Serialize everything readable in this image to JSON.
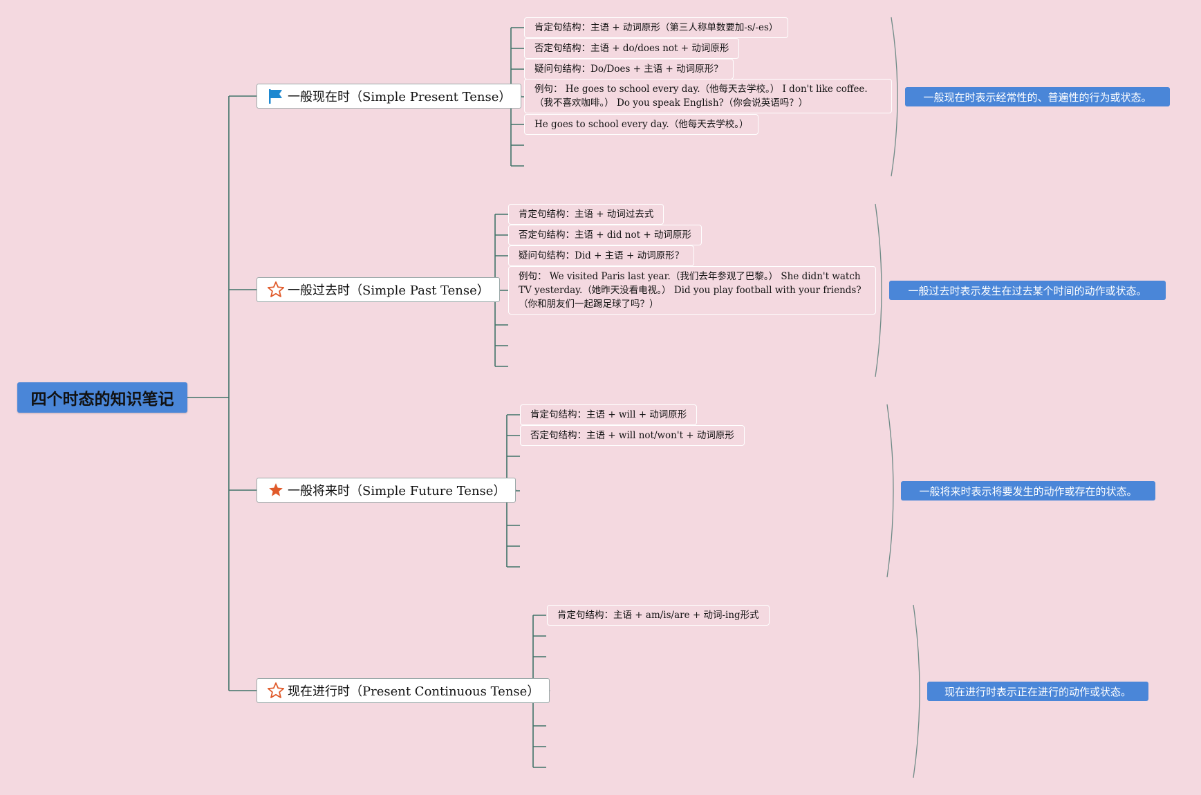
{
  "root": {
    "title": "四个时态的知识笔记"
  },
  "branches": [
    {
      "label": "一般现在时（Simple Present Tense）",
      "icon": "blue-flag-icon",
      "items": [
        "肯定句结构：主语 + 动词原形（第三人称单数要加-s/-es）",
        "否定句结构：主语 + do/does not + 动词原形",
        "疑问句结构：Do/Does + 主语 + 动词原形？",
        "例句： He goes to school every day.（他每天去学校。） I don't like coffee.（我不喜欢咖啡。） Do you speak English?（你会说英语吗？）",
        "He goes to school every day.（他每天去学校。）"
      ],
      "summary": "一般现在时表示经常性的、普遍性的行为或状态。"
    },
    {
      "label": "一般过去时（Simple Past Tense）",
      "icon": "outline-star-icon",
      "items": [
        "肯定句结构：主语 + 动词过去式",
        "否定句结构：主语 + did not + 动词原形",
        "疑问句结构：Did + 主语 + 动词原形？",
        "例句： We visited Paris last year.（我们去年参观了巴黎。） She didn't watch TV yesterday.（她昨天没看电视。） Did you play football with your friends?（你和朋友们一起踢足球了吗？）"
      ],
      "summary": "一般过去时表示发生在过去某个时间的动作或状态。"
    },
    {
      "label": "一般将来时（Simple Future Tense）",
      "icon": "filled-star-icon",
      "items": [
        "肯定句结构：主语 + will + 动词原形",
        "否定句结构：主语 + will not/won't + 动词原形"
      ],
      "summary": "一般将来时表示将要发生的动作或存在的状态。"
    },
    {
      "label": "现在进行时（Present Continuous Tense）",
      "icon": "outline-star-icon",
      "items": [
        "肯定句结构：主语 + am/is/are + 动词-ing形式"
      ],
      "summary": "现在进行时表示正在进行的动作或状态。"
    }
  ],
  "colors": {
    "background": "#f4d9e0",
    "accent": "#4a86d8",
    "connector": "#3f7268",
    "icon_blue": "#1e88d0",
    "icon_orange": "#e05a2a"
  }
}
